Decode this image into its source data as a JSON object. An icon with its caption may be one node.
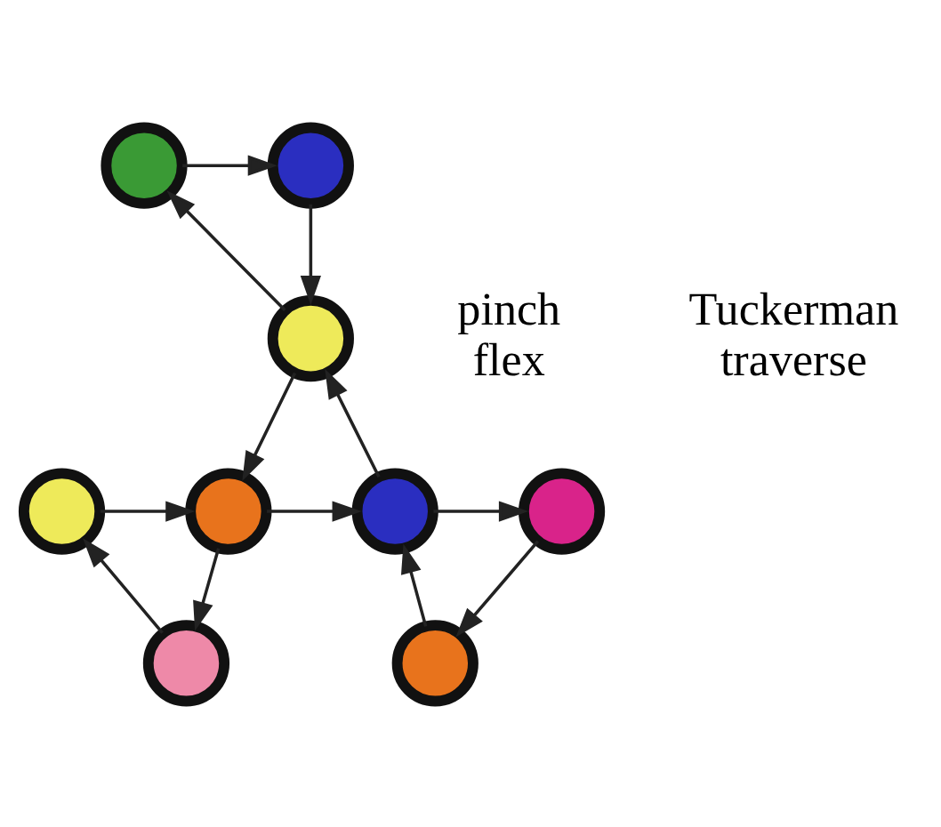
{
  "diagram": {
    "nodes": [
      {
        "text": [],
        "shape": "circle"
      },
      {
        "text": [],
        "shape": "circle"
      },
      {
        "text": [],
        "shape": "circle"
      },
      {
        "text": [],
        "shape": "circle"
      },
      {
        "text": [],
        "shape": "circle"
      },
      {
        "text": [],
        "shape": "circle"
      },
      {
        "text": [],
        "shape": "circle"
      },
      {
        "text": [],
        "shape": "circle"
      },
      {
        "text": [],
        "shape": "circle"
      }
    ],
    "edges": [
      {
        "from": 0,
        "to": 1,
        "arrow": "to"
      },
      {
        "from": 1,
        "to": 2,
        "arrow": "to"
      },
      {
        "from": 2,
        "to": 0,
        "arrow": "to"
      },
      {
        "from": 2,
        "to": 4,
        "arrow": "to"
      },
      {
        "from": 4,
        "to": 5,
        "arrow": "to"
      },
      {
        "from": 5,
        "to": 2,
        "arrow": "to"
      },
      {
        "from": 3,
        "to": 4,
        "arrow": "to"
      },
      {
        "from": 4,
        "to": 7,
        "arrow": "to"
      },
      {
        "from": 7,
        "to": 3,
        "arrow": "to"
      },
      {
        "from": 5,
        "to": 6,
        "arrow": "to"
      },
      {
        "from": 6,
        "to": 8,
        "arrow": "to"
      },
      {
        "from": 8,
        "to": 5,
        "arrow": "to"
      }
    ],
    "labels": [
      "pinch flex",
      "Tuckerman traverse"
    ]
  }
}
